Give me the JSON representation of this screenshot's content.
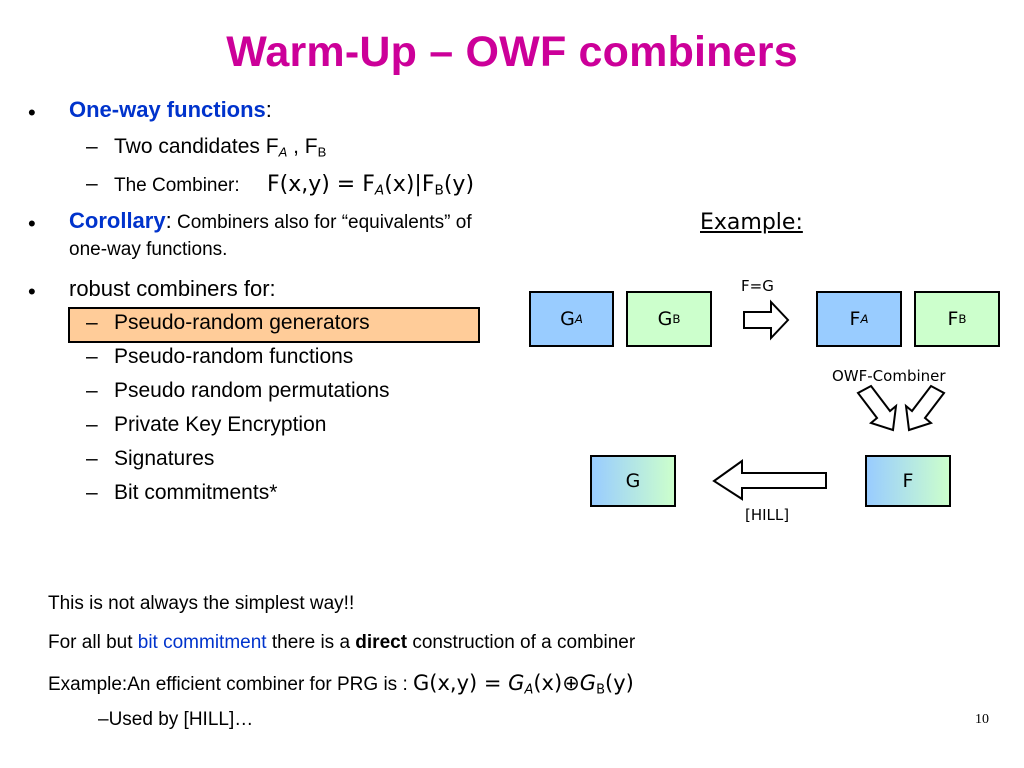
{
  "title": "Warm-Up – OWF combiners",
  "bullets": {
    "b1": {
      "symbol": "•",
      "label": "One-way functions",
      "suffix": ":"
    },
    "b1_sub1": {
      "dash": "–",
      "text": "Two candidates F",
      "sub_a": "A",
      "mid": " , F",
      "sub_b": "B"
    },
    "b1_sub2": {
      "dash": "–",
      "text": "The Combiner:",
      "formula_f": "F(x,y) = F",
      "sub_a": "A",
      "mid": "(x)|F",
      "sub_b": "B",
      "end": "(y)"
    },
    "b2": {
      "symbol": "•",
      "label": "Corollary",
      "colon": ":",
      "text": " Combiners also for “equivalents” of",
      "line2": "one-way functions."
    },
    "b3": {
      "symbol": "•",
      "text": "robust combiners for:"
    },
    "b3_items": [
      {
        "dash": "–",
        "text": "Pseudo-random generators"
      },
      {
        "dash": "–",
        "text": "Pseudo-random functions"
      },
      {
        "dash": "–",
        "text": "Pseudo random permutations"
      },
      {
        "dash": "–",
        "text": "Private Key Encryption"
      },
      {
        "dash": "–",
        "text": "Signatures"
      },
      {
        "dash": "–",
        "text": "Bit commitments*"
      }
    ]
  },
  "diagram": {
    "example_label": "Example:",
    "fg_label": "F=G",
    "boxes": {
      "ga": {
        "main": "G",
        "sub": "A"
      },
      "gb": {
        "main": "G",
        "sub": "B"
      },
      "fa": {
        "main": "F",
        "sub": "A"
      },
      "fb": {
        "main": "F",
        "sub": "B"
      },
      "g": {
        "main": "G"
      },
      "f": {
        "main": "F"
      }
    },
    "owf_combiner_label": "OWF-Combiner",
    "hill_label": "[HILL]"
  },
  "bottom": {
    "line1": "This is not always the simplest way!!",
    "line2": {
      "a": "For all but ",
      "b": "bit commitment",
      "c": " there is a ",
      "d": "direct",
      "e": " construction of a combiner"
    },
    "line3": {
      "a": "Example:An efficient combiner for PRG is : ",
      "f1": "G(x,y) = ",
      "g1": "G",
      "sub_a": "A",
      "x": "(x)",
      "xor": "⊕",
      "g2": "G",
      "sub_b": "B",
      "y": "(y)"
    },
    "line4": "–Used by [HILL]…"
  },
  "page_number": "10",
  "colors": {
    "title": "#cc0099",
    "accent_blue": "#0033cc",
    "highlight": "#ffcc99",
    "box_blue": "#99ccff",
    "box_green": "#ccffcc"
  }
}
